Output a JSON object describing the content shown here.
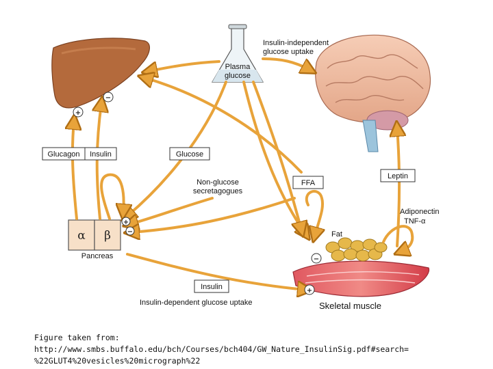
{
  "labels": {
    "plasma_glucose_line1": "Plasma",
    "plasma_glucose_line2": "glucose",
    "insulin_independent_line1": "Insulin-independent",
    "insulin_independent_line2": "glucose uptake",
    "glucagon": "Glucagon",
    "insulin_liver": "Insulin",
    "glucose": "Glucose",
    "non_glucose_line1": "Non-glucose",
    "non_glucose_line2": "secretagogues",
    "ffa": "FFA",
    "leptin": "Leptin",
    "adiponectin": "Adiponectin",
    "tnf_alpha": "TNF-α",
    "fat": "Fat",
    "alpha": "α",
    "beta": "β",
    "pancreas": "Pancreas",
    "insulin_bottom": "Insulin",
    "insulin_dependent": "Insulin-dependent glucose uptake",
    "skeletal_muscle": "Skeletal muscle",
    "plus": "+",
    "minus": "−"
  },
  "caption": {
    "line1": "Figure taken from:",
    "line2": "http://www.smbs.buffalo.edu/bch/Courses/bch404/GW_Nature_InsulinSig.pdf#search=",
    "line3": "%22GLUT4%20vesicles%20micrograph%22"
  },
  "colors": {
    "arrow_fill": "#e8a33a",
    "arrow_edge": "#b06e14",
    "liver": "#b46a3c",
    "brain": "#f0c0a8",
    "fat": "#e6b84a",
    "muscle": "#d9404a"
  }
}
